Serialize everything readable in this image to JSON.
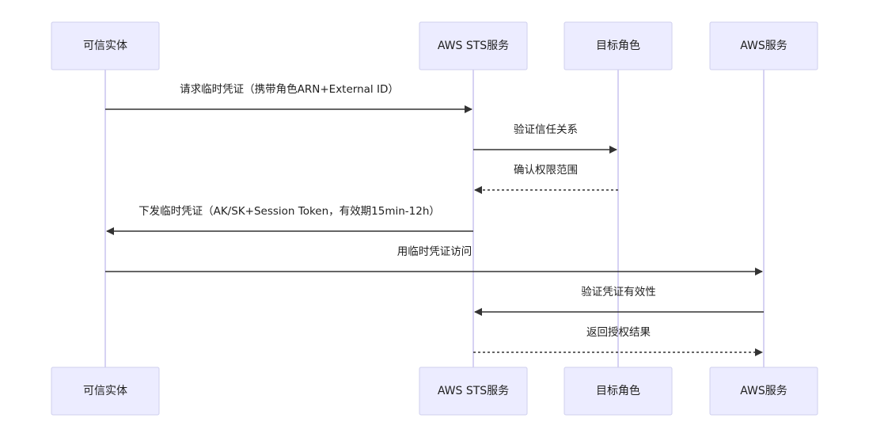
{
  "actors": [
    {
      "id": "trusted",
      "label": "可信实体"
    },
    {
      "id": "sts",
      "label": "AWS STS服务"
    },
    {
      "id": "role",
      "label": "目标角色"
    },
    {
      "id": "aws",
      "label": "AWS服务"
    }
  ],
  "messages": [
    {
      "from": "trusted",
      "to": "sts",
      "label": "请求临时凭证（携带角色ARN+External ID）",
      "style": "solid"
    },
    {
      "from": "sts",
      "to": "role",
      "label": "验证信任关系",
      "style": "solid"
    },
    {
      "from": "role",
      "to": "sts",
      "label": "确认权限范围",
      "style": "dashed"
    },
    {
      "from": "sts",
      "to": "trusted",
      "label": "下发临时凭证（AK/SK+Session Token，有效期15min-12h）",
      "style": "solid"
    },
    {
      "from": "trusted",
      "to": "aws",
      "label": "用临时凭证访问",
      "style": "solid"
    },
    {
      "from": "aws",
      "to": "sts",
      "label": "验证凭证有效性",
      "style": "solid"
    },
    {
      "from": "sts",
      "to": "aws",
      "label": "返回授权结果",
      "style": "dashed"
    }
  ],
  "colors": {
    "actor_fill": "#ececff",
    "actor_stroke": "#cfcfee",
    "lifeline": "#c9c3ef",
    "arrow": "#333333"
  }
}
